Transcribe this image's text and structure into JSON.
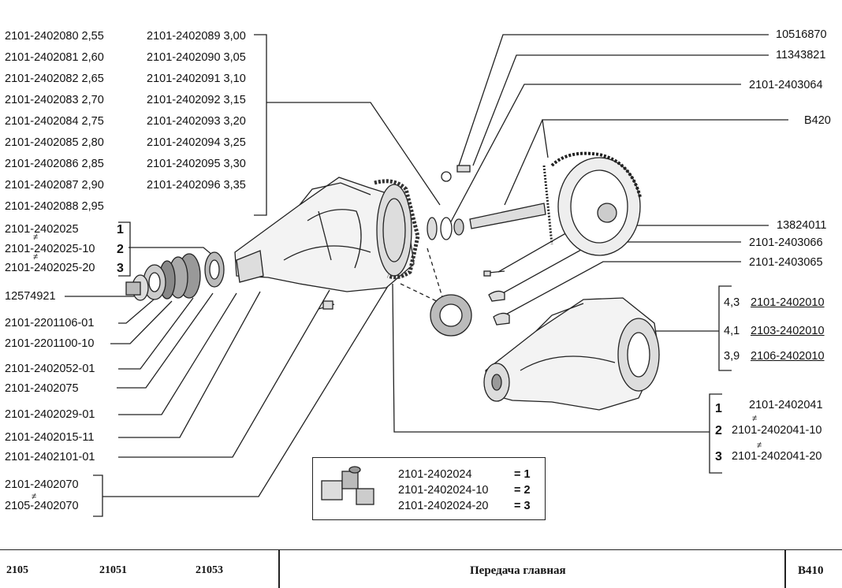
{
  "left_shims_col1": [
    {
      "part": "2101-2402080",
      "size": "2,55"
    },
    {
      "part": "2101-2402081",
      "size": "2,60"
    },
    {
      "part": "2101-2402082",
      "size": "2,65"
    },
    {
      "part": "2101-2402083",
      "size": "2,70"
    },
    {
      "part": "2101-2402084",
      "size": "2,75"
    },
    {
      "part": "2101-2402085",
      "size": "2,80"
    },
    {
      "part": "2101-2402086",
      "size": "2,85"
    },
    {
      "part": "2101-2402087",
      "size": "2,90"
    },
    {
      "part": "2101-2402088",
      "size": "2,95"
    }
  ],
  "left_shims_col2": [
    {
      "part": "2101-2402089",
      "size": "3,00"
    },
    {
      "part": "2101-2402090",
      "size": "3,05"
    },
    {
      "part": "2101-2402091",
      "size": "3,10"
    },
    {
      "part": "2101-2402092",
      "size": "3,15"
    },
    {
      "part": "2101-2402093",
      "size": "3,20"
    },
    {
      "part": "2101-2402094",
      "size": "3,25"
    },
    {
      "part": "2101-2402095",
      "size": "3,30"
    },
    {
      "part": "2101-2402096",
      "size": "3,35"
    }
  ],
  "flange_group": {
    "items": [
      "2101-2402025",
      "2101-2402025-10",
      "2101-2402025-20"
    ],
    "numbers": [
      "1",
      "2",
      "3"
    ],
    "not_equal": "≠"
  },
  "left_parts": [
    "12574921",
    "2101-2201106-01",
    "2101-2201100-10",
    "2101-2402052-01",
    "2101-2402075",
    "2101-2402029-01",
    "2101-2402015-11",
    "2101-2402101-01"
  ],
  "bearing_group": {
    "items": [
      "2101-2402070",
      "2105-2402070"
    ],
    "not_equal": "≠"
  },
  "right_parts": [
    "10516870",
    "11343821",
    "2101-2403064",
    "B420",
    "13824011",
    "2101-2403066",
    "2101-2403065"
  ],
  "ratio_group": [
    {
      "ratio": "4,3",
      "part": "2101-2402010"
    },
    {
      "ratio": "4,1",
      "part": "2103-2402010"
    },
    {
      "ratio": "3,9",
      "part": "2106-2402010"
    }
  ],
  "gear_group": {
    "items": [
      "2101-2402041",
      "2101-2402041-10",
      "2101-2402041-20"
    ],
    "numbers": [
      "1",
      "2",
      "3"
    ],
    "not_equal": "≠"
  },
  "kit": {
    "items": [
      {
        "part": "2101-2402024",
        "eq": "= 1"
      },
      {
        "part": "2101-2402024-10",
        "eq": "= 2"
      },
      {
        "part": "2101-2402024-20",
        "eq": "= 3"
      }
    ]
  },
  "footer": {
    "models": [
      "2105",
      "21051",
      "21053"
    ],
    "title": "Передача главная",
    "code": "B410"
  }
}
